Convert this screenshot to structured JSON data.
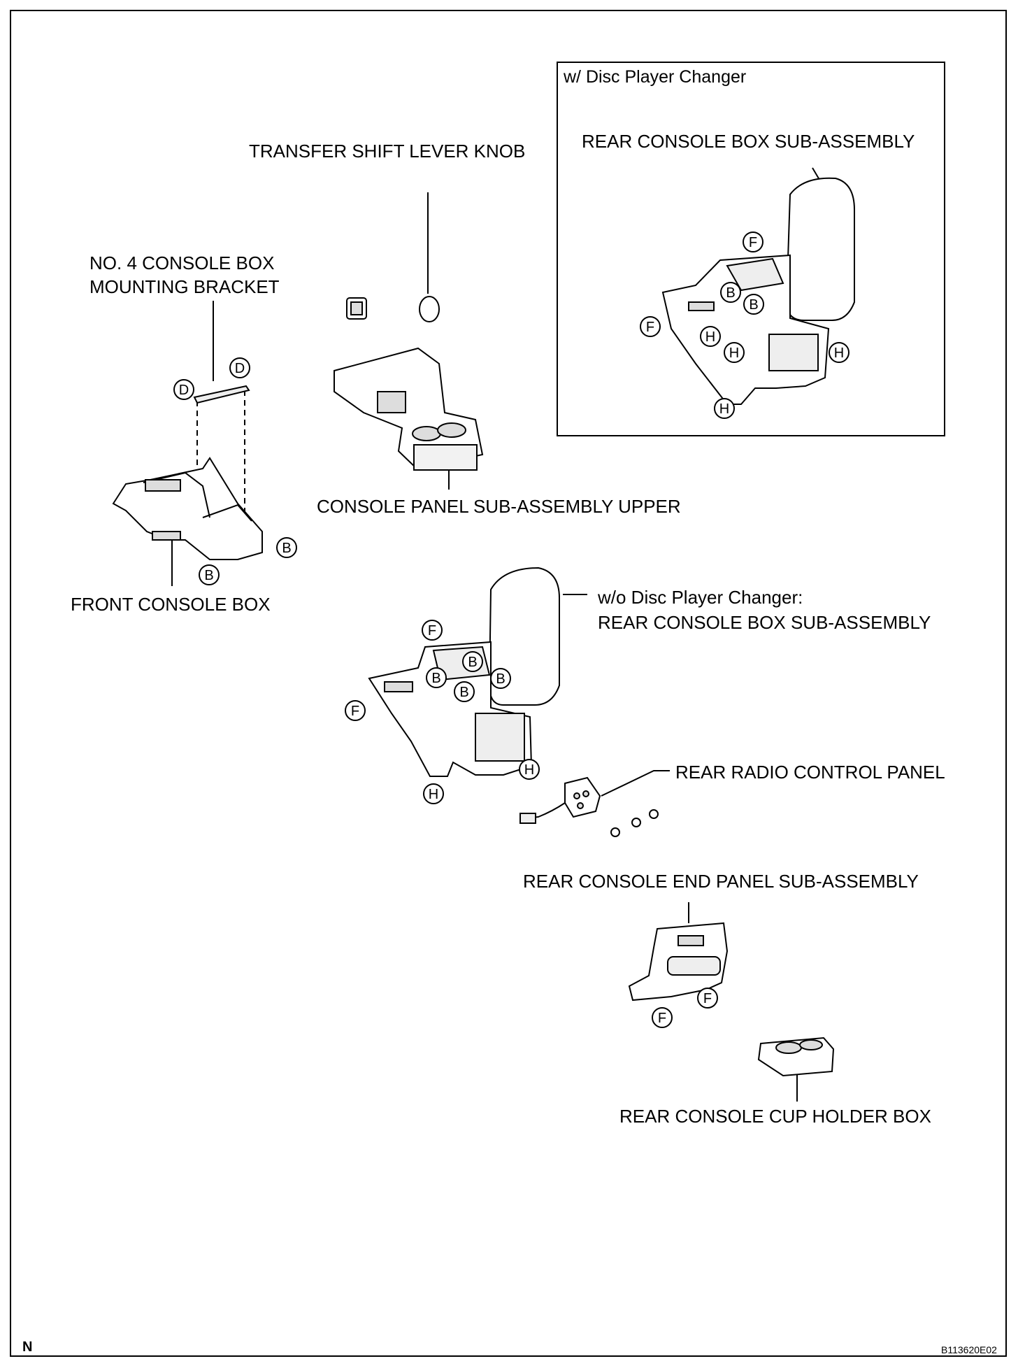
{
  "inset": {
    "title": "w/ Disc Player Changer"
  },
  "labels": {
    "rear_console_box_inset": "REAR CONSOLE BOX SUB-ASSEMBLY",
    "transfer_knob": "TRANSFER SHIFT LEVER KNOB",
    "bracket_line1": "NO. 4 CONSOLE BOX",
    "bracket_line2": "MOUNTING BRACKET",
    "console_panel_upper": "CONSOLE PANEL SUB-ASSEMBLY UPPER",
    "front_console_box": "FRONT CONSOLE BOX",
    "wo_disc_line1": "w/o Disc Player Changer:",
    "wo_disc_line2": "REAR CONSOLE BOX SUB-ASSEMBLY",
    "rear_radio_panel": "REAR RADIO CONTROL PANEL",
    "rear_end_panel": "REAR CONSOLE END PANEL SUB-ASSEMBLY",
    "rear_cup_holder": "REAR CONSOLE CUP HOLDER BOX"
  },
  "callout_letters": [
    "B",
    "D",
    "F",
    "H"
  ],
  "footer": {
    "corner_left": "N",
    "figure_id": "B113620E02"
  }
}
